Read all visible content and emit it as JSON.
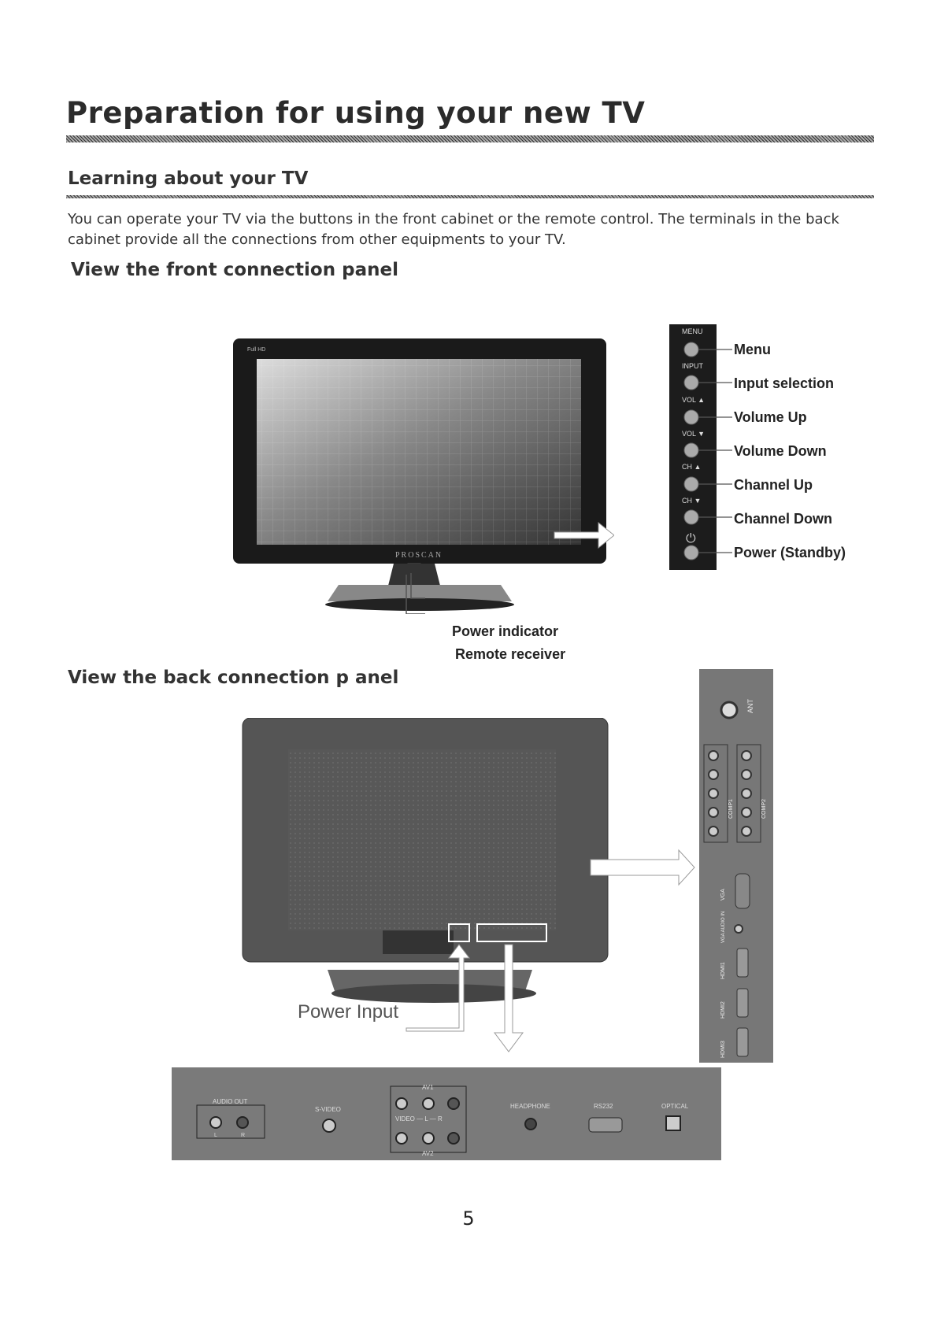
{
  "page": {
    "title": "Preparation for using your new TV",
    "section": "Learning about your TV",
    "intro": "You can operate your TV via the buttons in the front cabinet or the remote control. The terminals in the back cabinet provide all the connections from other equipments to your TV.",
    "front_heading": "View the front connection panel",
    "back_heading": "View the back connection p anel",
    "page_number": "5"
  },
  "front": {
    "brand": "PROSCAN",
    "side_labels": [
      "MENU",
      "INPUT",
      "VOL ▲",
      "VOL ▼",
      "CH ▲",
      "CH ▼"
    ],
    "callouts": [
      "Menu",
      "Input selection",
      "Volume Up",
      "Volume Down",
      "Channel Up",
      "Channel Down",
      "Power (Standby)"
    ],
    "indicator_label": "Power  indicator",
    "receiver_label": "Remote receiver"
  },
  "back": {
    "power_input_label": "Power Input",
    "side_labels": {
      "ant": "ANT",
      "comp1": "COMP1",
      "comp2": "COMP2",
      "vga": "VGA",
      "vga_audio": "VGA AUDIO IN",
      "hdmi1": "HDMI1",
      "hdmi2": "HDMI2",
      "hdmi3": "HDMI3"
    },
    "bottom_labels": {
      "audio_out": "AUDIO OUT",
      "audio_l": "L",
      "audio_r": "R",
      "svideo": "S-VIDEO",
      "av1": "AV1",
      "video_row": "VIDEO — L — R",
      "av2": "AV2",
      "headphone": "HEADPHONE",
      "rs232": "RS232",
      "optical": "OPTICAL"
    }
  }
}
